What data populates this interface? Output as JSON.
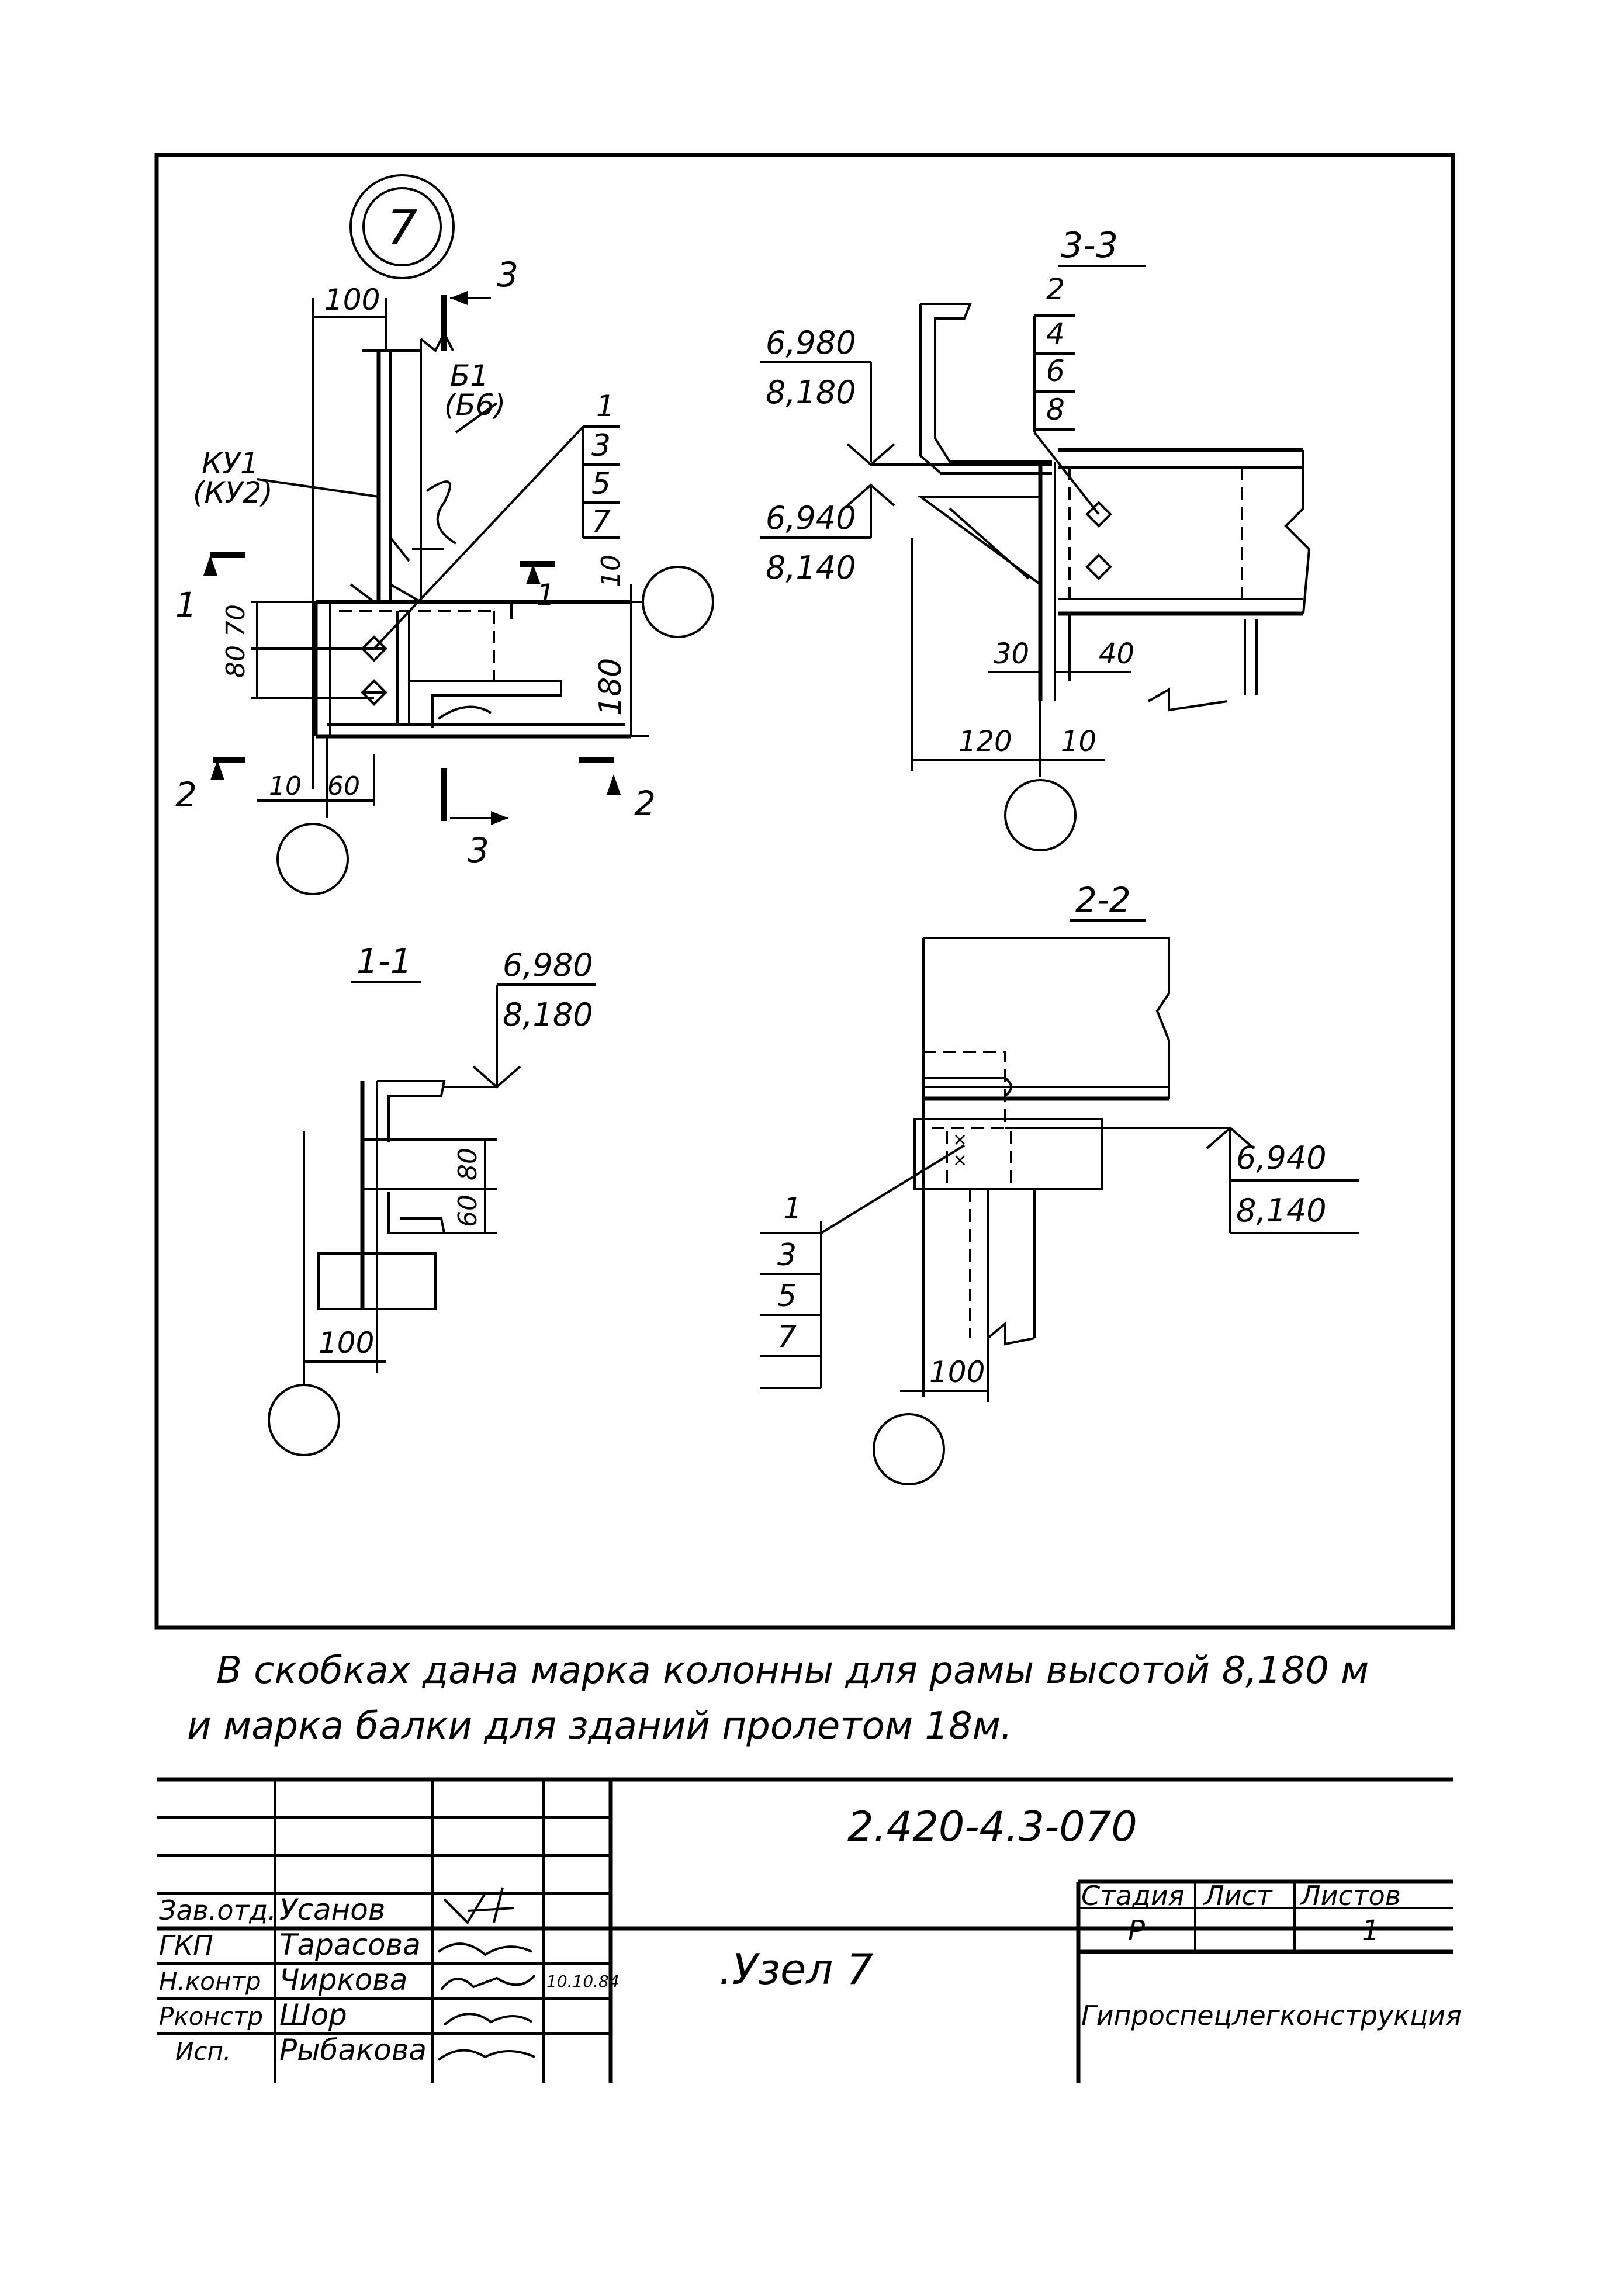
{
  "node": {
    "number": "7"
  },
  "section_3_3": {
    "title": "3-3"
  },
  "section_1_1": {
    "title": "1-1"
  },
  "section_2_2": {
    "title": "2-2"
  },
  "cut_labels": {
    "cut1": "1",
    "cut2": "2",
    "cut3": "3"
  },
  "plan_view": {
    "dim_100": "100",
    "dim_10_left": "10",
    "dim_60": "60",
    "dim_80": "80",
    "dim_70": "70",
    "dim_10_right": "10",
    "dim_180": "180",
    "column_mark": "КУ1",
    "column_mark_alt": "(КУ2)",
    "beam_mark": "Б1",
    "beam_mark_alt": "(Б6)",
    "callout": [
      "1",
      "3",
      "5",
      "7"
    ]
  },
  "view_3_3": {
    "elev_top_1": "6,980",
    "elev_top_2": "8,180",
    "elev_bot_1": "6,940",
    "elev_bot_2": "8,140",
    "callout": [
      "2",
      "4",
      "6",
      "8"
    ],
    "dim_30": "30",
    "dim_40": "40",
    "dim_120": "120",
    "dim_10": "10"
  },
  "view_1_1": {
    "elev_1": "6,980",
    "elev_2": "8,180",
    "dim_80": "80",
    "dim_60": "60",
    "dim_100": "100"
  },
  "view_2_2": {
    "elev_1": "6,940",
    "elev_2": "8,140",
    "callout": [
      "1",
      "3",
      "5",
      "7"
    ],
    "dim_100": "100"
  },
  "note": {
    "line1": "В скобках дана марка колонны для рамы высотой  8,180 м",
    "line2": "и марка балки для зданий  пролетом  18м."
  },
  "title_block": {
    "doc_code": "2.420-4.3-070",
    "title": ".Узел 7",
    "stage_header": "Стадия",
    "sheet_header": "Лист",
    "sheets_header": "Листов",
    "stage_value": "Р",
    "sheets_value": "1",
    "organization": "Гипроспецлегконструкция",
    "date": "10.10.84",
    "roles": [
      {
        "role": "Зав.отд.",
        "name": "Усанов"
      },
      {
        "role": "ГКП",
        "name": "Тарасова"
      },
      {
        "role": "Н.контр",
        "name": "Чиркова"
      },
      {
        "role": "Рконстр",
        "name": "Шор"
      },
      {
        "role": "Исп.",
        "name": "Рыбакова"
      }
    ]
  }
}
